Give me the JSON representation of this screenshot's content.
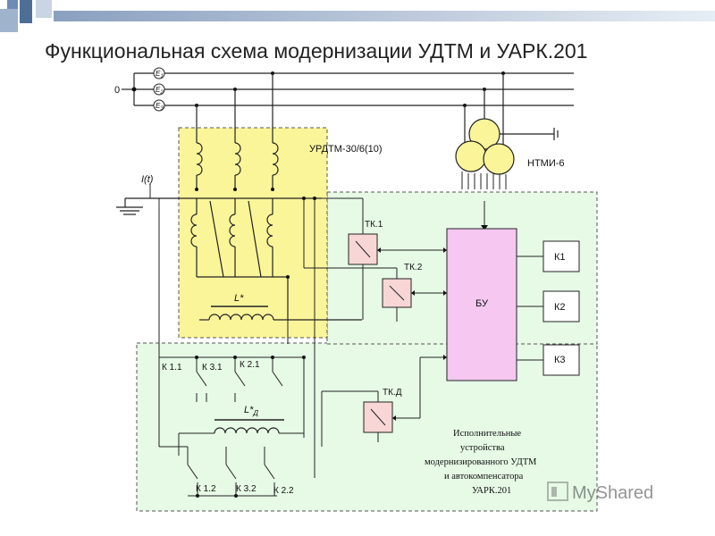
{
  "slide": {
    "title": "Функциональная схема модернизации УДТМ и УАРК.201"
  },
  "labels": {
    "zero": "0",
    "e1": "E",
    "e2": "E",
    "e3": "E",
    "e1_sub": "1",
    "e2_sub": "2",
    "e3_sub": "3",
    "urdtm": "УРДТМ-30/6(10)",
    "ntmi": "НТМИ-6",
    "current": "I(t)",
    "tk1": "ТК.1",
    "tk2": "ТК.2",
    "tkd": "ТК.Д",
    "bu": "БУ",
    "k1": "К1",
    "k2": "К2",
    "k3": "К3",
    "l_star": "L*",
    "l_star_d": "L*",
    "l_star_d_sub": "Д",
    "k11": "К 1.1",
    "k31": "К 3.1",
    "k21": "К 2.1",
    "k12": "К 1.2",
    "k32": "К 3.2",
    "k22": "К 2.2",
    "exec_line1": "Исполнительные",
    "exec_line2": "устройства",
    "exec_line3": "модернизированного УДТМ",
    "exec_line4": "и автокомпенсатора",
    "exec_line5": "УАРК.201",
    "watermark": "MyShared"
  },
  "colors": {
    "yellow_zone": "#fbf59a",
    "green_zone": "#e6fae6",
    "bu_block": "#f5c7f1",
    "tk_block": "#f8d6d6",
    "corner_square": "#6e8cb2"
  }
}
